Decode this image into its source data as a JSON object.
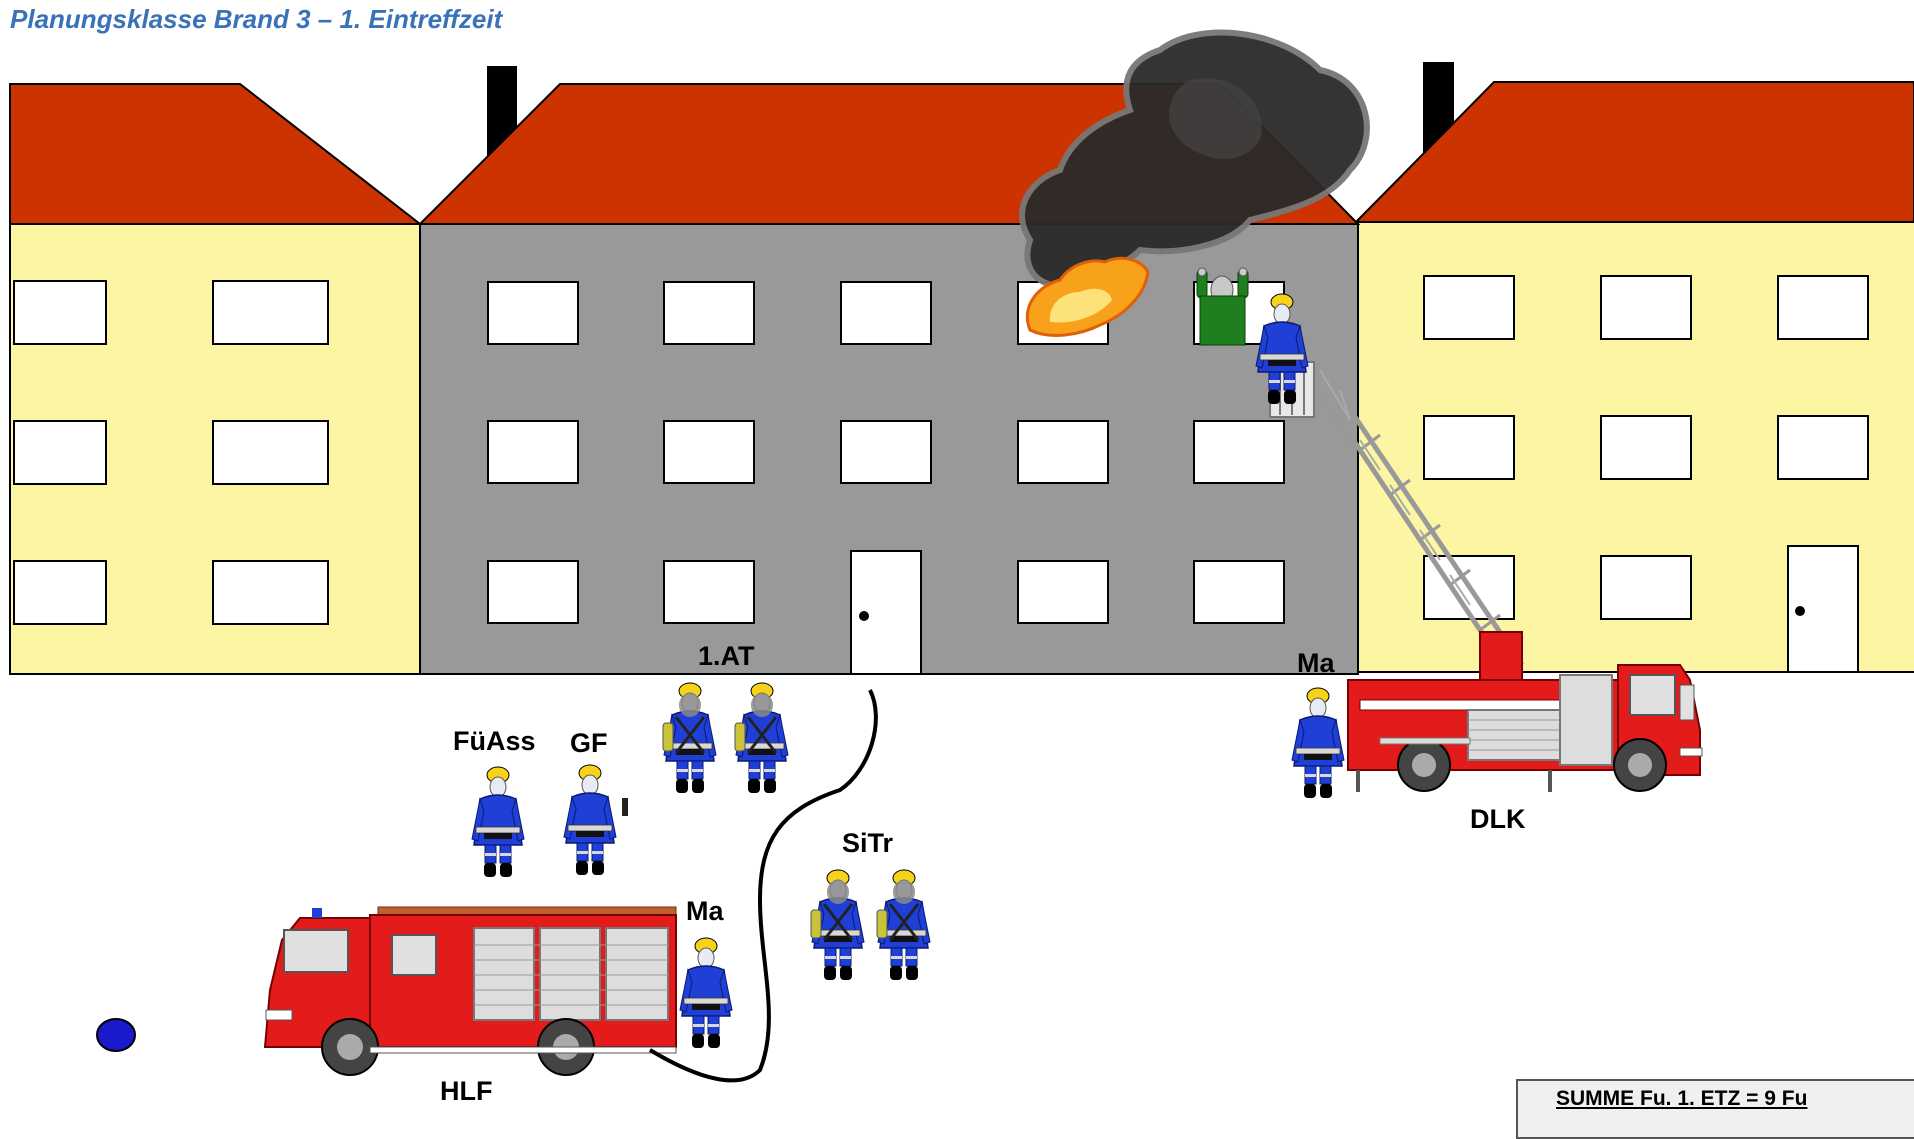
{
  "title": "Planungsklasse Brand 3 – 1. Eintreffzeit",
  "labels": {
    "attack_troop": "1.AT",
    "machinist_ladder": "Ma",
    "command_assistant": "FüAss",
    "group_leader": "GF",
    "safety_troop": "SiTr",
    "machinist_engine": "Ma",
    "ladder_truck": "DLK",
    "engine_truck": "HLF"
  },
  "summary": "SUMME Fu. 1. ETZ =  9 Fu",
  "colors": {
    "roof": "#cc3300",
    "building_side": "#fcf5a4",
    "building_center": "#999999",
    "uniform": "#1f3fd6",
    "helmet": "#f7d21a",
    "truck": "#e31b1b",
    "victim": "#1f7f1f",
    "smoke": "#2a2a2a",
    "fire": "#f7a21a"
  },
  "icons": [
    "fire-icon",
    "smoke-icon",
    "victim-icon",
    "firefighter-icon",
    "ladder-truck-icon",
    "engine-truck-icon",
    "hose-icon",
    "hydrant-icon"
  ]
}
